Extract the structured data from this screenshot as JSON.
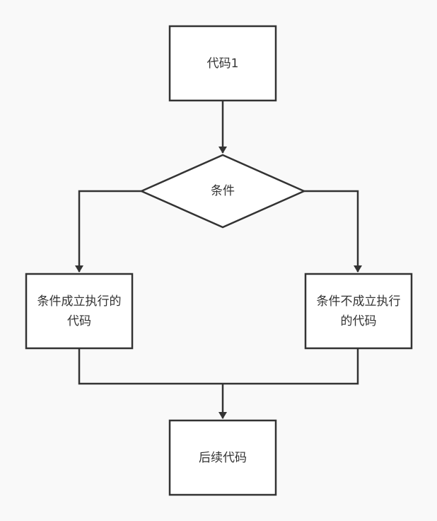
{
  "diagram": {
    "nodes": {
      "start": "代码1",
      "condition": "条件",
      "true_branch": "条件成立执行的代码",
      "false_branch": "条件不成立执行的代码",
      "after": "后续代码"
    },
    "colors": {
      "background": "#f9f9f9",
      "stroke": "#333333",
      "fill": "#ffffff",
      "text": "#333333"
    }
  }
}
